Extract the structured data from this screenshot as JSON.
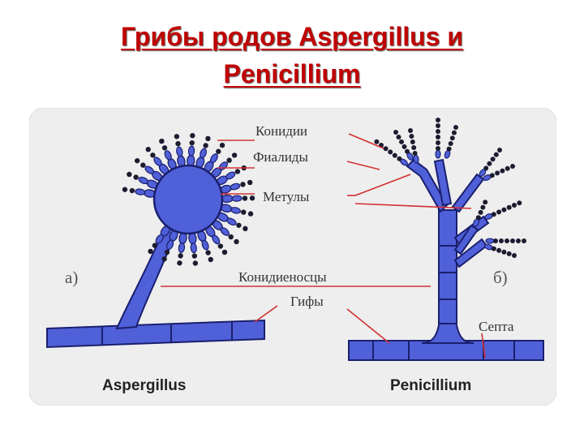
{
  "title": {
    "line1": "Грибы родов Aspergillus и",
    "line2": "Penicillium"
  },
  "diagram": {
    "labels": {
      "conidia": "Конидии",
      "phialides": "Фиалиды",
      "metulae": "Метулы",
      "conidiophores": "Конидиеносцы",
      "hyphae": "Гифы",
      "septa": "Септа"
    },
    "panel_a": "а)",
    "panel_b": "б)",
    "caption_left": "Aspergillus",
    "caption_right": "Penicillium"
  },
  "colors": {
    "title": "#c00000",
    "fungus_fill": "#5060d8",
    "fungus_outline": "#1a1f6e",
    "conidia": "#1c1c30",
    "pointer_lines": "#d23030",
    "figure_background": "#eeeeee"
  }
}
